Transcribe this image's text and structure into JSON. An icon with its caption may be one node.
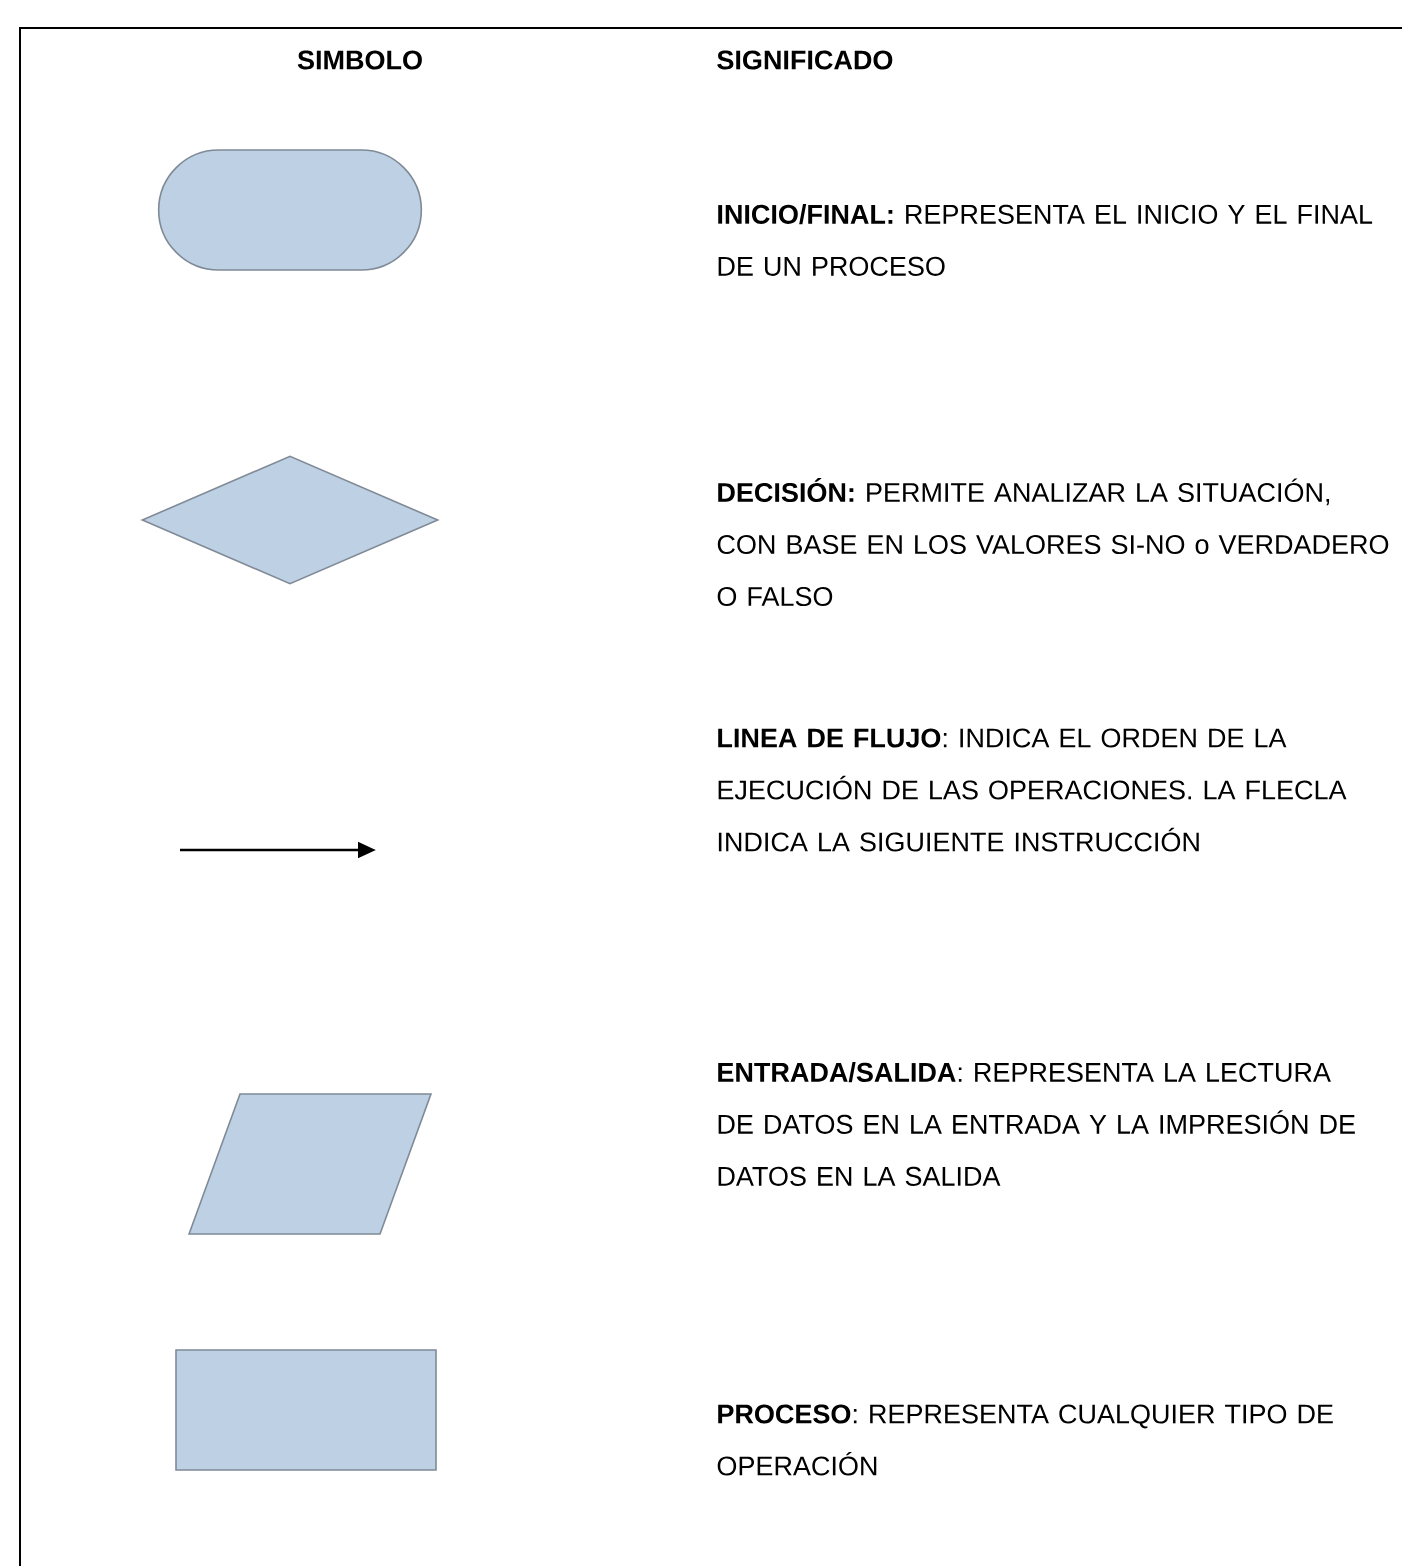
{
  "diagram": {
    "nodes": [
      {
        "text": [],
        "shape": "capsule"
      },
      {
        "text": [],
        "shape": "diamond"
      },
      {
        "text": [],
        "shape": "parallelogram"
      },
      {
        "text": [],
        "shape": "box"
      }
    ],
    "labels": [
      "SIMBOLO",
      "SIGNIFICADO",
      "**INICIO/FINAL:** REPRESENTA EL INICIO Y EL FINAL DE UN PROCESO",
      "**DECISIÓN:** PERMITE ANALIZAR LA SITUACIÓN, CON BASE EN LOS VALORES SI-NO o VERDADERO O FALSO",
      "**LINEA DE FLUJO**: INDICA EL ORDEN DE LA EJECUCIÓN DE LAS OPERACIONES. LA FLECLA INDICA LA SIGUIENTE INSTRUCCIÓN",
      "**ENTRADA/SALIDA**: REPRESENTA LA LECTURA DE DATOS EN LA ENTRADA Y LA IMPRESIÓN DE DATOS EN LA SALIDA",
      "**PROCESO**: REPRESENTA CUALQUIER TIPO DE OPERACIÓN"
    ]
  }
}
